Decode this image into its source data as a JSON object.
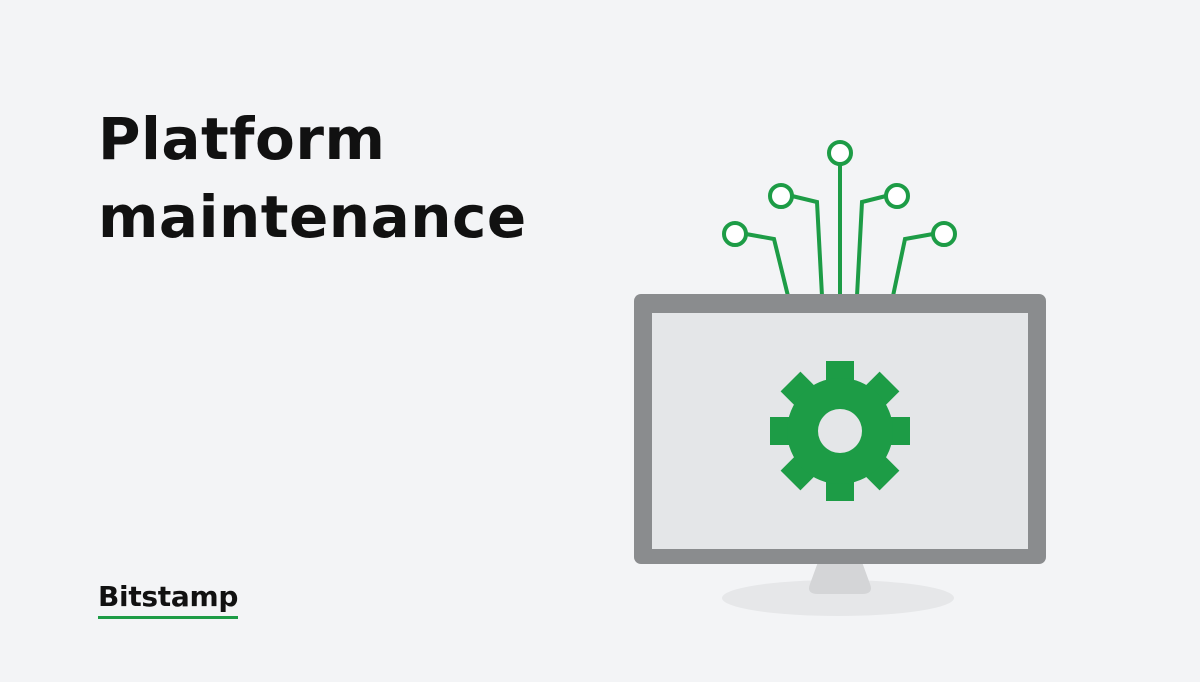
{
  "headline": {
    "line1": "Platform",
    "line2": "maintenance"
  },
  "brand": {
    "name": "Bitstamp",
    "accent_color": "#1d9c46"
  },
  "illustration": {
    "subject": "monitor-with-gear-icon",
    "accent_color": "#1d9c46",
    "bezel_color": "#8a8c8e",
    "screen_color": "#e4e6e8"
  }
}
